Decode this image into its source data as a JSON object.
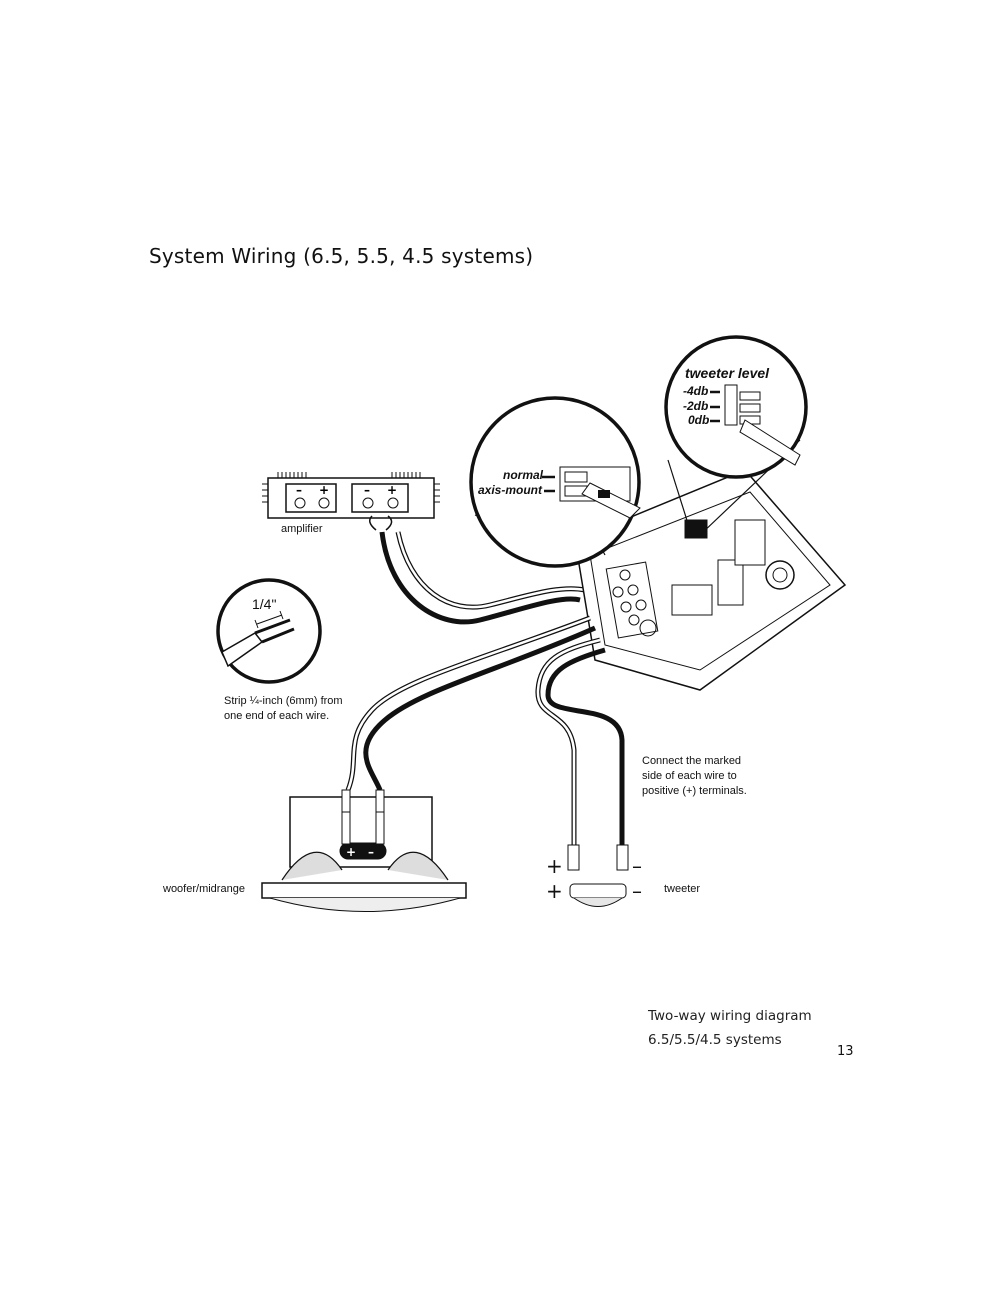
{
  "page": {
    "title": "System Wiring (6.5, 5.5, 4.5 systems)",
    "page_number": "13"
  },
  "labels": {
    "amplifier": "amplifier",
    "strip_fraction": "1/4\"",
    "strip_note_line1": "Strip ¼-inch (6mm) from",
    "strip_note_line2": "one end of each wire.",
    "woofer": "woofer/midrange",
    "tweeter": "tweeter",
    "connect_note_line1": "Connect the marked",
    "connect_note_line2": "side of each wire to",
    "connect_note_line3": "positive (+) terminals.",
    "normal": "normal",
    "axis_mount": "axis-mount",
    "tweeter_level": "tweeter level",
    "level_m4": "-4db",
    "level_m2": "-2db",
    "level_0": "0db"
  },
  "caption": {
    "line1": "Two-way wiring diagram",
    "line2": "6.5/5.5/4.5 systems"
  }
}
